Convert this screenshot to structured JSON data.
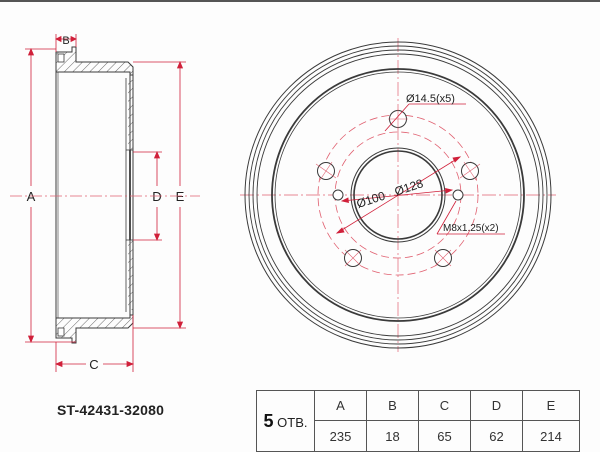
{
  "part_number": "ST-42431-32080",
  "holes": {
    "count": "5",
    "unit": "ОТВ."
  },
  "spec_table": {
    "headers": [
      "A",
      "B",
      "C",
      "D",
      "E"
    ],
    "values": [
      "235",
      "18",
      "65",
      "62",
      "214"
    ]
  },
  "side_view": {
    "labels": {
      "A": "A",
      "B": "B",
      "C": "C",
      "D": "D",
      "E": "E"
    }
  },
  "front_view": {
    "labels": {
      "bolt_hole": "Ø14.5(x5)",
      "center_bore": "Ø100",
      "pcd": "Ø128",
      "thread": "M8x1.25(x2)"
    }
  },
  "colors": {
    "outline": "#3a3a3a",
    "dimension": "#d0203a",
    "centerline": "#e06070"
  }
}
